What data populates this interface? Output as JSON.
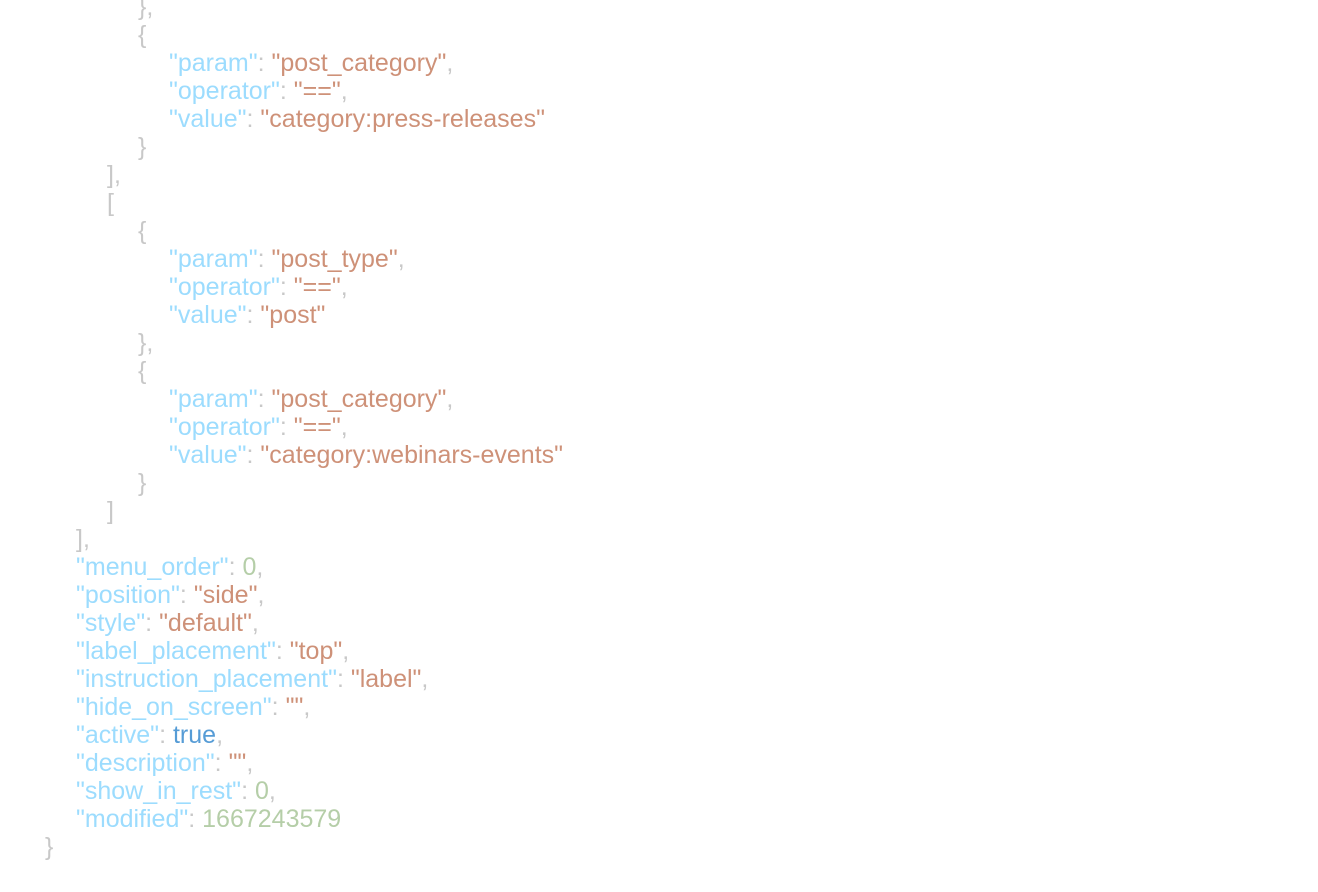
{
  "editor": {
    "language": "json",
    "colors": {
      "background": "#ffffff",
      "key": "#9cdcfe",
      "string": "#ce9178",
      "number": "#b5cea8",
      "boolean": "#569cd6",
      "punctuation": "#c8c8c8"
    },
    "lines": [
      {
        "indent": 4,
        "tokens": [
          {
            "t": "p",
            "v": "},"
          }
        ]
      },
      {
        "indent": 4,
        "tokens": [
          {
            "t": "p",
            "v": "{"
          }
        ]
      },
      {
        "indent": 5,
        "tokens": [
          {
            "t": "k",
            "v": "\"param\""
          },
          {
            "t": "p",
            "v": ": "
          },
          {
            "t": "s",
            "v": "\"post_category\""
          },
          {
            "t": "p",
            "v": ","
          }
        ]
      },
      {
        "indent": 5,
        "tokens": [
          {
            "t": "k",
            "v": "\"operator\""
          },
          {
            "t": "p",
            "v": ": "
          },
          {
            "t": "s",
            "v": "\"==\""
          },
          {
            "t": "p",
            "v": ","
          }
        ]
      },
      {
        "indent": 5,
        "tokens": [
          {
            "t": "k",
            "v": "\"value\""
          },
          {
            "t": "p",
            "v": ": "
          },
          {
            "t": "s",
            "v": "\"category:press-releases\""
          }
        ]
      },
      {
        "indent": 4,
        "tokens": [
          {
            "t": "p",
            "v": "}"
          }
        ]
      },
      {
        "indent": 3,
        "tokens": [
          {
            "t": "p",
            "v": "],"
          }
        ]
      },
      {
        "indent": 3,
        "tokens": [
          {
            "t": "p",
            "v": "["
          }
        ]
      },
      {
        "indent": 4,
        "tokens": [
          {
            "t": "p",
            "v": "{"
          }
        ]
      },
      {
        "indent": 5,
        "tokens": [
          {
            "t": "k",
            "v": "\"param\""
          },
          {
            "t": "p",
            "v": ": "
          },
          {
            "t": "s",
            "v": "\"post_type\""
          },
          {
            "t": "p",
            "v": ","
          }
        ]
      },
      {
        "indent": 5,
        "tokens": [
          {
            "t": "k",
            "v": "\"operator\""
          },
          {
            "t": "p",
            "v": ": "
          },
          {
            "t": "s",
            "v": "\"==\""
          },
          {
            "t": "p",
            "v": ","
          }
        ]
      },
      {
        "indent": 5,
        "tokens": [
          {
            "t": "k",
            "v": "\"value\""
          },
          {
            "t": "p",
            "v": ": "
          },
          {
            "t": "s",
            "v": "\"post\""
          }
        ]
      },
      {
        "indent": 4,
        "tokens": [
          {
            "t": "p",
            "v": "},"
          }
        ]
      },
      {
        "indent": 4,
        "tokens": [
          {
            "t": "p",
            "v": "{"
          }
        ]
      },
      {
        "indent": 5,
        "tokens": [
          {
            "t": "k",
            "v": "\"param\""
          },
          {
            "t": "p",
            "v": ": "
          },
          {
            "t": "s",
            "v": "\"post_category\""
          },
          {
            "t": "p",
            "v": ","
          }
        ]
      },
      {
        "indent": 5,
        "tokens": [
          {
            "t": "k",
            "v": "\"operator\""
          },
          {
            "t": "p",
            "v": ": "
          },
          {
            "t": "s",
            "v": "\"==\""
          },
          {
            "t": "p",
            "v": ","
          }
        ]
      },
      {
        "indent": 5,
        "tokens": [
          {
            "t": "k",
            "v": "\"value\""
          },
          {
            "t": "p",
            "v": ": "
          },
          {
            "t": "s",
            "v": "\"category:webinars-events\""
          }
        ]
      },
      {
        "indent": 4,
        "tokens": [
          {
            "t": "p",
            "v": "}"
          }
        ]
      },
      {
        "indent": 3,
        "tokens": [
          {
            "t": "p",
            "v": "]"
          }
        ]
      },
      {
        "indent": 2,
        "tokens": [
          {
            "t": "p",
            "v": "],"
          }
        ]
      },
      {
        "indent": 2,
        "tokens": [
          {
            "t": "k",
            "v": "\"menu_order\""
          },
          {
            "t": "p",
            "v": ": "
          },
          {
            "t": "n",
            "v": "0"
          },
          {
            "t": "p",
            "v": ","
          }
        ]
      },
      {
        "indent": 2,
        "tokens": [
          {
            "t": "k",
            "v": "\"position\""
          },
          {
            "t": "p",
            "v": ": "
          },
          {
            "t": "s",
            "v": "\"side\""
          },
          {
            "t": "p",
            "v": ","
          }
        ]
      },
      {
        "indent": 2,
        "tokens": [
          {
            "t": "k",
            "v": "\"style\""
          },
          {
            "t": "p",
            "v": ": "
          },
          {
            "t": "s",
            "v": "\"default\""
          },
          {
            "t": "p",
            "v": ","
          }
        ]
      },
      {
        "indent": 2,
        "tokens": [
          {
            "t": "k",
            "v": "\"label_placement\""
          },
          {
            "t": "p",
            "v": ": "
          },
          {
            "t": "s",
            "v": "\"top\""
          },
          {
            "t": "p",
            "v": ","
          }
        ]
      },
      {
        "indent": 2,
        "tokens": [
          {
            "t": "k",
            "v": "\"instruction_placement\""
          },
          {
            "t": "p",
            "v": ": "
          },
          {
            "t": "s",
            "v": "\"label\""
          },
          {
            "t": "p",
            "v": ","
          }
        ]
      },
      {
        "indent": 2,
        "tokens": [
          {
            "t": "k",
            "v": "\"hide_on_screen\""
          },
          {
            "t": "p",
            "v": ": "
          },
          {
            "t": "s",
            "v": "\"\""
          },
          {
            "t": "p",
            "v": ","
          }
        ]
      },
      {
        "indent": 2,
        "tokens": [
          {
            "t": "k",
            "v": "\"active\""
          },
          {
            "t": "p",
            "v": ": "
          },
          {
            "t": "b",
            "v": "true"
          },
          {
            "t": "p",
            "v": ","
          }
        ]
      },
      {
        "indent": 2,
        "tokens": [
          {
            "t": "k",
            "v": "\"description\""
          },
          {
            "t": "p",
            "v": ": "
          },
          {
            "t": "s",
            "v": "\"\""
          },
          {
            "t": "p",
            "v": ","
          }
        ]
      },
      {
        "indent": 2,
        "tokens": [
          {
            "t": "k",
            "v": "\"show_in_rest\""
          },
          {
            "t": "p",
            "v": ": "
          },
          {
            "t": "n",
            "v": "0"
          },
          {
            "t": "p",
            "v": ","
          }
        ]
      },
      {
        "indent": 2,
        "tokens": [
          {
            "t": "k",
            "v": "\"modified\""
          },
          {
            "t": "p",
            "v": ": "
          },
          {
            "t": "n",
            "v": "1667243579"
          }
        ]
      },
      {
        "indent": 1,
        "tokens": [
          {
            "t": "p",
            "v": "}"
          }
        ]
      }
    ]
  }
}
